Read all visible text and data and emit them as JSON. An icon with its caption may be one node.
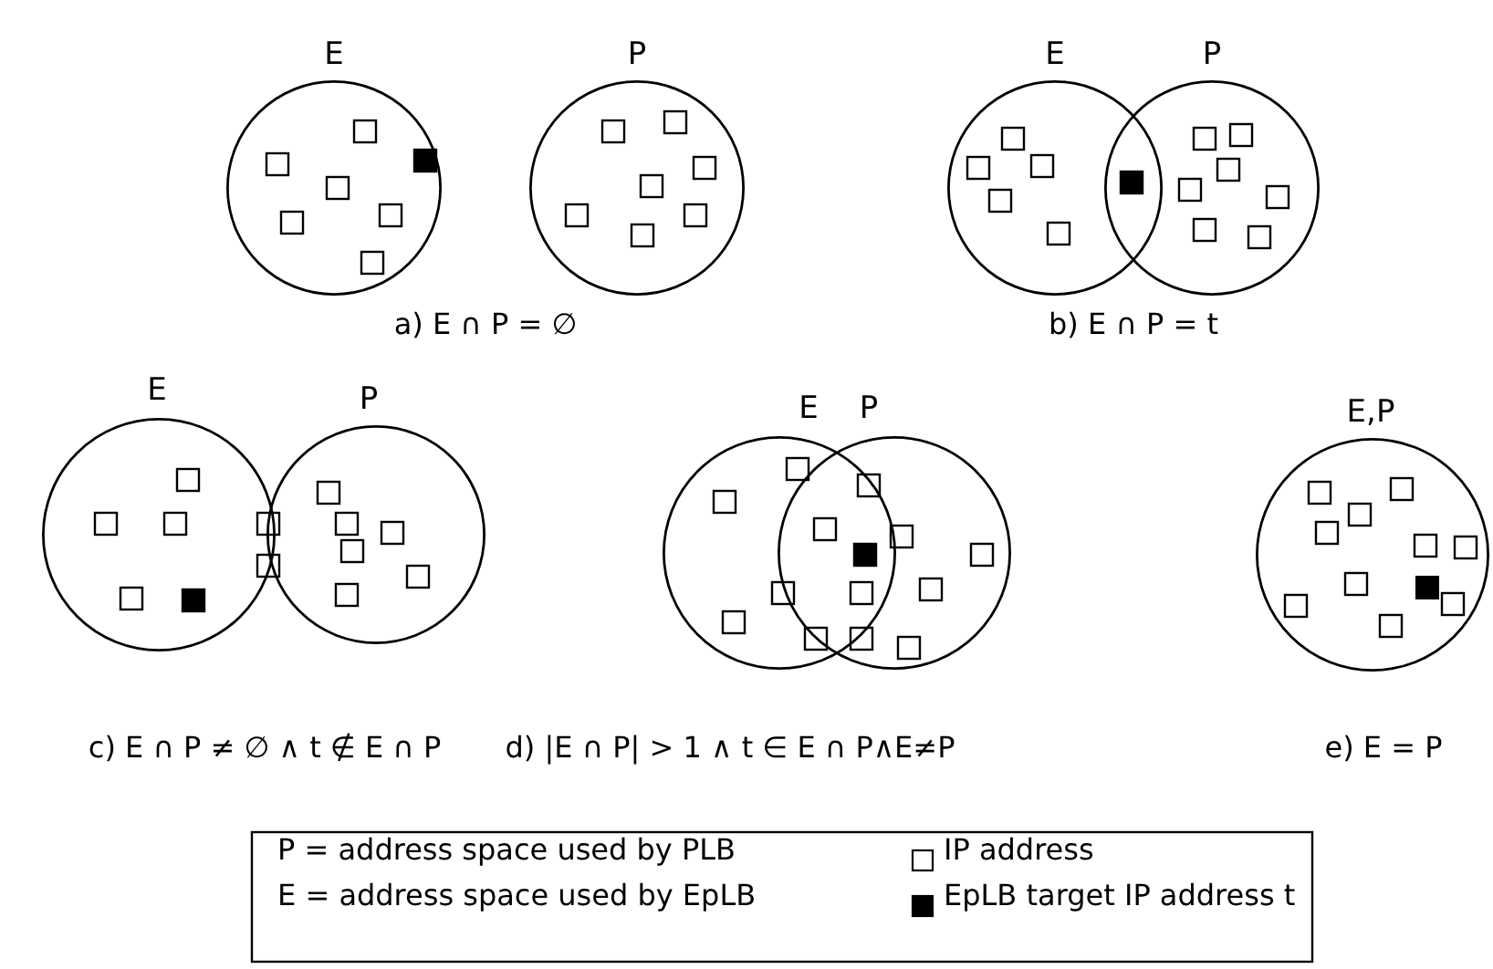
{
  "diagram": {
    "nodes": [
      {
        "text": [
          "E"
        ]
      },
      {
        "text": [
          "P"
        ]
      },
      {
        "text": [
          "E"
        ]
      },
      {
        "text": [
          "P"
        ]
      },
      {
        "text": [
          "E"
        ]
      },
      {
        "text": [
          "P"
        ]
      },
      {
        "text": [
          "E"
        ]
      },
      {
        "text": [
          "P"
        ]
      },
      {
        "text": [
          "E,P"
        ]
      }
    ],
    "edges": [],
    "labels": [
      "a) E ∩ P = ∅",
      "b) E ∩ P = t",
      "c) E ∩ P ≠ ∅ ∧ t ∉ E ∩ P",
      "d) |E ∩ P| > 1 ∧ t ∈ E ∩ P∧E≠P",
      "e) E = P",
      "P = address space used by PLB",
      "E = address space used by EpLB"
    ],
    "legend": [
      {
        "text": "IP address"
      },
      {
        "text": "EpLB target IP address t"
      }
    ]
  }
}
